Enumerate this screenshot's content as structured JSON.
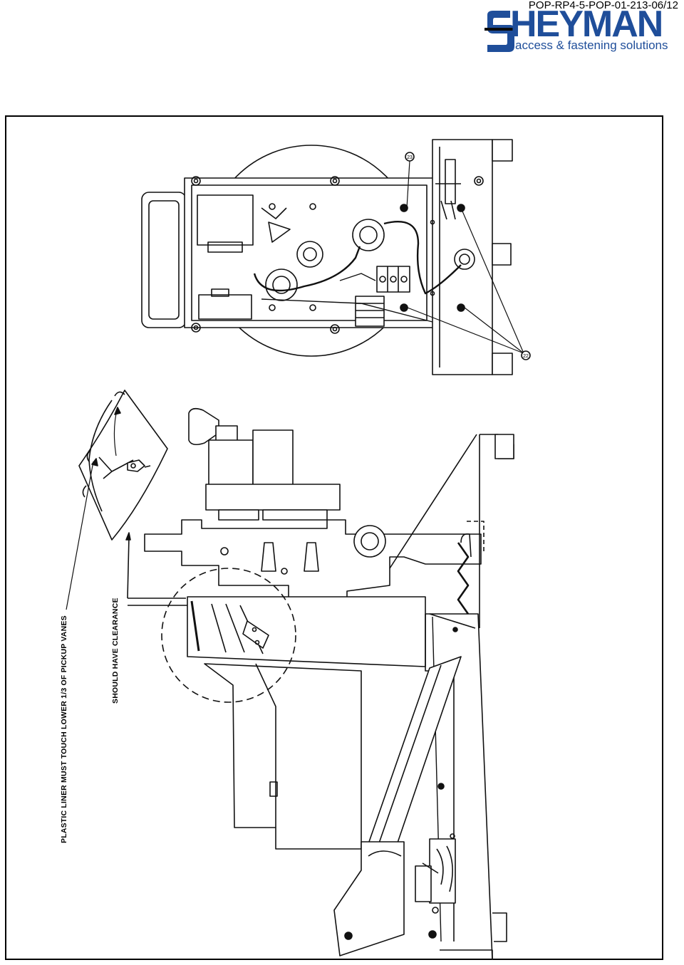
{
  "header": {
    "doc_id": "POP-RP4-5-POP-01-213-06/12",
    "brand_letters": "HEYMAN",
    "tagline": "access & fastening solutions",
    "brand_color": "#1f4e9a"
  },
  "callouts": {
    "top_label": "23",
    "side_label": "22"
  },
  "annotations": {
    "liner": "PLASTIC LINER MUST TOUCH LOWER 1/3 OF PICKUP VANES",
    "clearance": "SHOULD HAVE CLEARANCE"
  }
}
